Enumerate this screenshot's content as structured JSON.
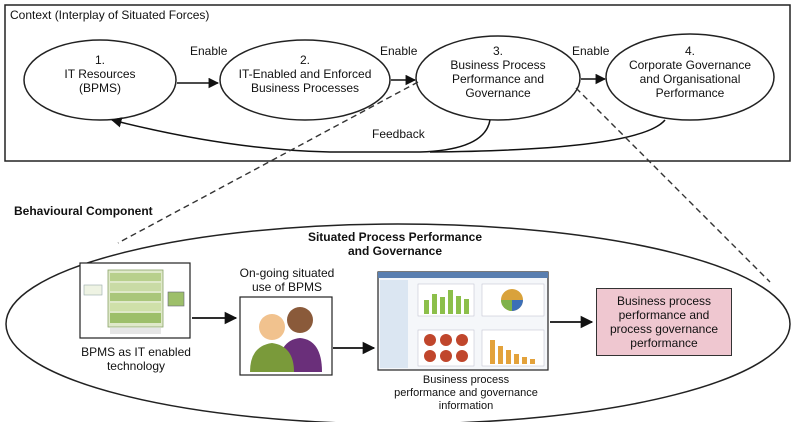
{
  "context_title": "Context (Interplay of Situated Forces)",
  "nodes": [
    {
      "num": "1.",
      "text": "IT Resources\n(BPMS)"
    },
    {
      "num": "2.",
      "text": "IT-Enabled and Enforced\nBusiness Processes"
    },
    {
      "num": "3.",
      "text": "Business Process\nPerformance and\nGovernance"
    },
    {
      "num": "4.",
      "text": "Corporate Governance\nand Organisational\nPerformance"
    }
  ],
  "enable_labels": [
    "Enable",
    "Enable",
    "Enable"
  ],
  "feedback_label": "Feedback",
  "behavioural_title": "Behavioural Component",
  "situated_title": "Situated Process Performance\nand Governance",
  "ongoing_label": "On-going situated\nuse of BPMS",
  "bpms_caption": "BPMS as IT enabled\ntechnology",
  "dashboard_caption": "Business process\nperformance and governance\ninformation",
  "result_box": "Business process\nperformance and\nprocess governance\nperformance",
  "colors": {
    "result_fill": "#efc7d0",
    "stroke": "#222222"
  }
}
